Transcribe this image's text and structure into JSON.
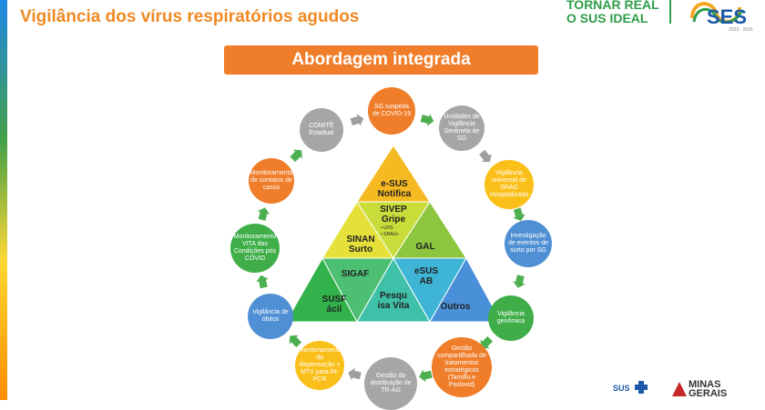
{
  "header": {
    "title": "Vigilância dos vírus respiratórios agudos",
    "brand_line1": "TORNAR REAL",
    "brand_line2": "O SUS IDEAL",
    "ses_logo_text": "SES",
    "ses_years": "2023 · 2026"
  },
  "banner": {
    "label": "Abordagem integrada"
  },
  "colors": {
    "orange": "#ef7d29",
    "gray": "#a6a6a6",
    "yellow": "#fbbf1a",
    "blue": "#4f8fd4",
    "green": "#3fae49",
    "arrow_green": "#4caf50",
    "arrow_gray": "#9e9e9e"
  },
  "cycle_nodes": [
    {
      "label": "SG suspeita de COVID-19",
      "color": "orange"
    },
    {
      "label": "Unidades de Vigilância Sentinela de SG",
      "color": "gray"
    },
    {
      "label": "Vigilância universal de SRAG Hospitalizado",
      "color": "yellow"
    },
    {
      "label": "Investigação de eventos de surto por SG",
      "color": "blue"
    },
    {
      "label": "Vigilância genômica",
      "color": "green"
    },
    {
      "label": "Gestão compartilhada de tratamentos estratégicos (Tamiflu e Paxlovid)",
      "color": "orange"
    },
    {
      "label": "Gestão da distribuição de TR-AG",
      "color": "gray"
    },
    {
      "label": "Monitoramento da dispensação + MTV para Rt-PCR",
      "color": "yellow"
    },
    {
      "label": "Vigilância de óbitos",
      "color": "blue"
    },
    {
      "label": "Monitoramento VITA das Condições pós COVID",
      "color": "green"
    },
    {
      "label": "Monitoramento de contatos de casos",
      "color": "orange"
    },
    {
      "label": "COMITÊ Estadual",
      "color": "gray"
    }
  ],
  "triangle": {
    "top": {
      "label": "e-SUS Notifica",
      "color": "#f5b921"
    },
    "sivep": {
      "label": "SIVEP Gripe",
      "color": "#c8dc3a",
      "sub1": "• UVS",
      "sub2": "• SRAG+"
    },
    "sinan": {
      "label": "SINAN Surto",
      "color": "#e6e13a"
    },
    "gal": {
      "label": "GAL",
      "color": "#8cc63f"
    },
    "susf": {
      "label": "SUSF ácil",
      "color": "#32b24a"
    },
    "sigaf": {
      "label": "SIGAF",
      "color": "#4cbf73"
    },
    "pesquisa": {
      "label": "Pesqu isa Vita",
      "color": "#3fc0a8"
    },
    "esus_ab": {
      "label": "eSUS AB",
      "color": "#3eb5d6"
    },
    "outros": {
      "label": "Outros",
      "color": "#4a90d9"
    }
  },
  "footer": {
    "sus_text": "SUS",
    "mg_line1": "MINAS",
    "mg_line2": "GERAIS"
  }
}
